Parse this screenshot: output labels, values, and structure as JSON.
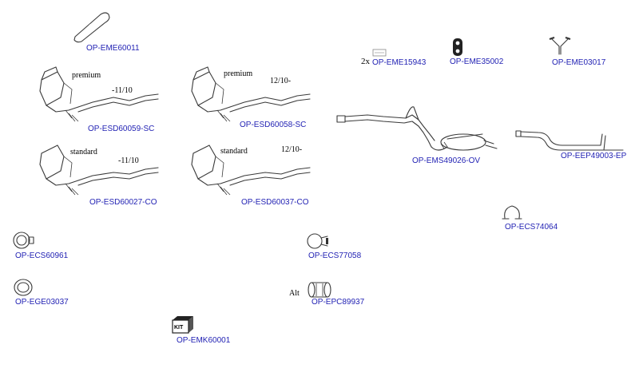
{
  "parts": {
    "eme60011": {
      "code": "OP-EME60011"
    },
    "esd60059": {
      "code": "OP-ESD60059-SC",
      "variant": "premium",
      "years": "-11/10"
    },
    "esd60058": {
      "code": "OP-ESD60058-SC",
      "variant": "premium",
      "years": "12/10-"
    },
    "esd60027": {
      "code": "OP-ESD60027-CO",
      "variant": "standard",
      "years": "-11/10"
    },
    "esd60037": {
      "code": "OP-ESD60037-CO",
      "variant": "standard",
      "years": "12/10-"
    },
    "eme15943": {
      "code": "OP-EME15943",
      "qty": "2x"
    },
    "eme35002": {
      "code": "OP-EME35002"
    },
    "eme03017": {
      "code": "OP-EME03017"
    },
    "ems49026": {
      "code": "OP-EMS49026-OV"
    },
    "eep49003": {
      "code": "OP-EEP49003-EP"
    },
    "ecs74064": {
      "code": "OP-ECS74064"
    },
    "ecs60961": {
      "code": "OP-ECS60961"
    },
    "ecs77058": {
      "code": "OP-ECS77058"
    },
    "ege03037": {
      "code": "OP-EGE03037"
    },
    "epc89937": {
      "code": "OP-EPC89937",
      "note": "Alt"
    },
    "emk60001": {
      "code": "OP-EMK60001",
      "kit_label": "KIT"
    }
  },
  "colors": {
    "link": "#2323b4",
    "line": "#3a3a3a"
  }
}
